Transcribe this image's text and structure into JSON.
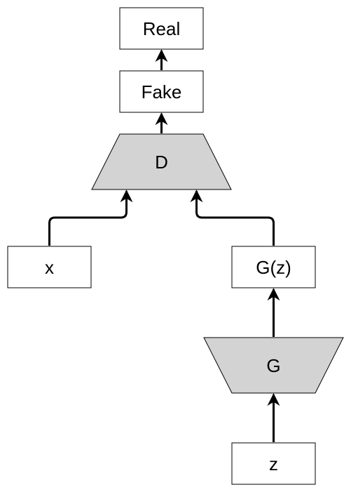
{
  "diagram": {
    "nodes": {
      "real": "Real",
      "fake": "Fake",
      "discriminator": "D",
      "x": "x",
      "gz": "G(z)",
      "generator": "G",
      "z": "z"
    },
    "colors": {
      "box_fill": "#ffffff",
      "shape_fill": "#d3d3d3",
      "stroke": "#000000"
    }
  }
}
